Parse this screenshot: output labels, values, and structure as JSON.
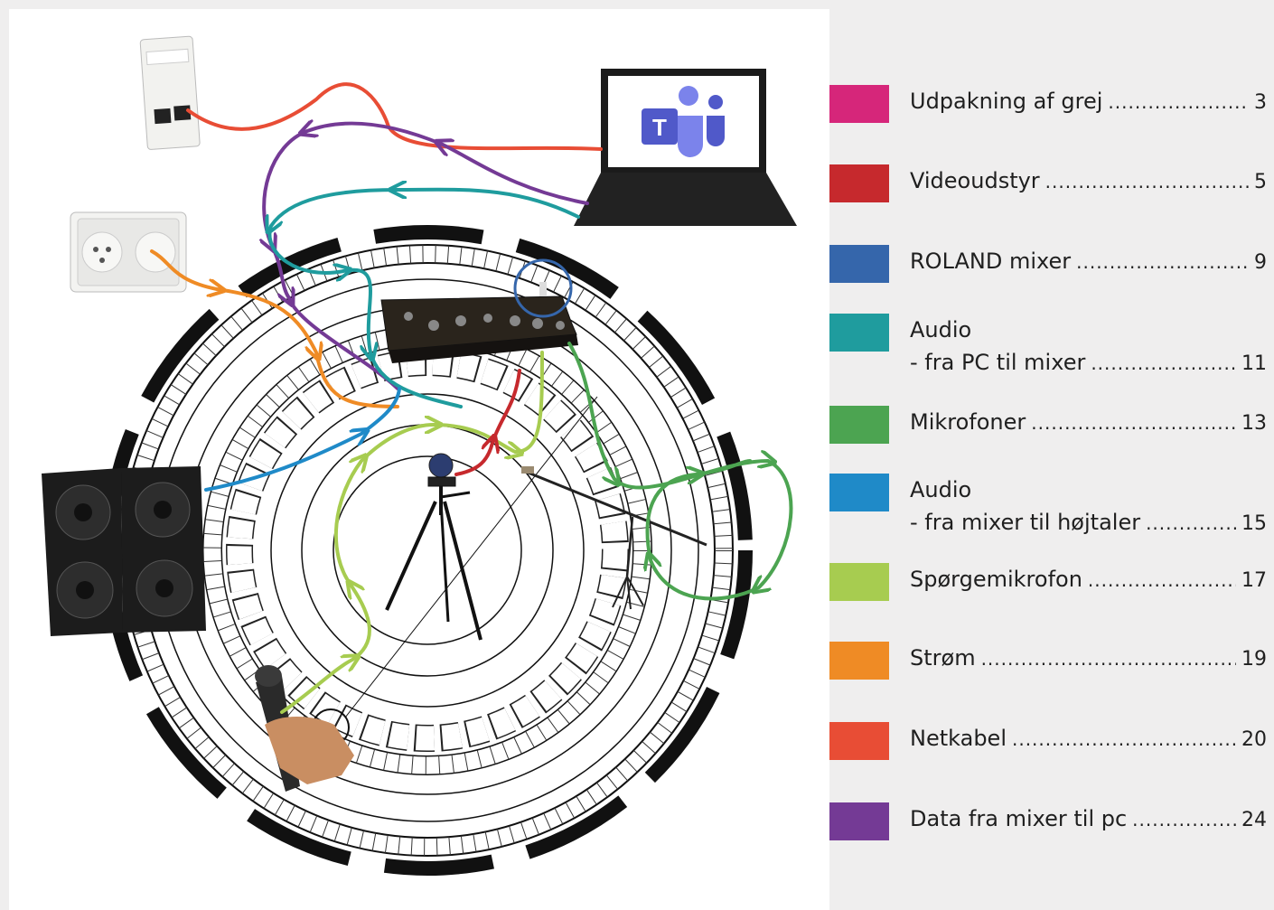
{
  "toc": [
    {
      "lines": [
        "Udpakning af grej"
      ],
      "page": "3",
      "color": "#d6267a"
    },
    {
      "lines": [
        "Videoudstyr"
      ],
      "page": "5",
      "color": "#c6292d"
    },
    {
      "lines": [
        "ROLAND mixer"
      ],
      "page": "9",
      "color": "#3566ab"
    },
    {
      "lines": [
        "Audio",
        "- fra PC til mixer"
      ],
      "page": "11",
      "color": "#1f9c9e"
    },
    {
      "lines": [
        "Mikrofoner"
      ],
      "page": "13",
      "color": "#4ca451"
    },
    {
      "lines": [
        "Audio",
        "- fra mixer til højtaler"
      ],
      "page": "15",
      "color": "#1f8ac8"
    },
    {
      "lines": [
        "Spørgemikrofon"
      ],
      "page": "17",
      "color": "#a7cc50"
    },
    {
      "lines": [
        "Strøm"
      ],
      "page": "19",
      "color": "#ef8b25"
    },
    {
      "lines": [
        "Netkabel"
      ],
      "page": "20",
      "color": "#e84d35"
    },
    {
      "lines": [
        "Data fra mixer til pc"
      ],
      "page": "24",
      "color": "#743a95"
    }
  ],
  "cables": {
    "net": "#e84d35",
    "data": "#743a95",
    "audio_pc": "#1f9c9e",
    "power": "#ef8b25",
    "speaker": "#1f8ac8",
    "mics": "#4ca451",
    "question_mic": "#a7cc50",
    "video": "#c6292d",
    "roland": "#3566ab"
  },
  "icons": [
    "ethernet-wall-socket-icon",
    "power-outlet-icon",
    "laptop-teams-icon",
    "mixer-icon",
    "speakers-icon",
    "camera-tripod-icon",
    "mic-stand-icon",
    "handheld-mic-icon"
  ]
}
